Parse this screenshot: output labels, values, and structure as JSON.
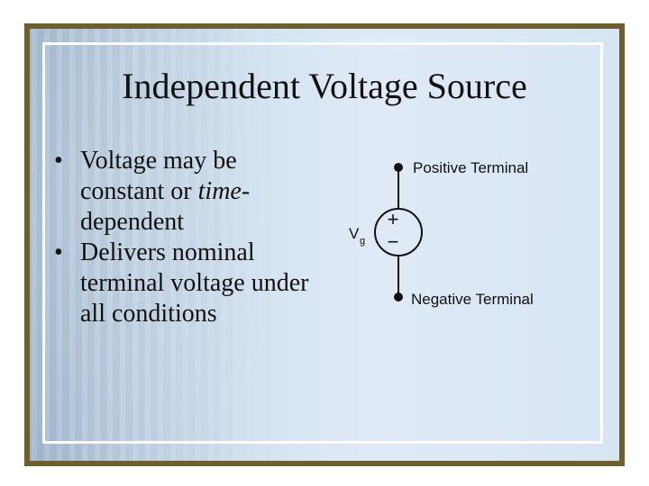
{
  "slide": {
    "title": "Independent Voltage Source",
    "bullets": [
      {
        "text_plain": "Voltage may be constant or ",
        "text_italic": "time",
        "text_tail": "-dependent"
      },
      {
        "text_plain": "Delivers nominal terminal voltage under all conditions",
        "text_italic": "",
        "text_tail": ""
      }
    ],
    "bullet_symbol": "•"
  },
  "diagram": {
    "positive_label": "Positive Terminal",
    "negative_label": "Negative Terminal",
    "source_label_main": "V",
    "source_label_sub": "g",
    "plus_sign": "+",
    "minus_sign": "−"
  },
  "colors": {
    "frame": "#6e5e2c",
    "background_blue": "#cbdcee",
    "border": "#ffffff",
    "text": "#111111"
  }
}
